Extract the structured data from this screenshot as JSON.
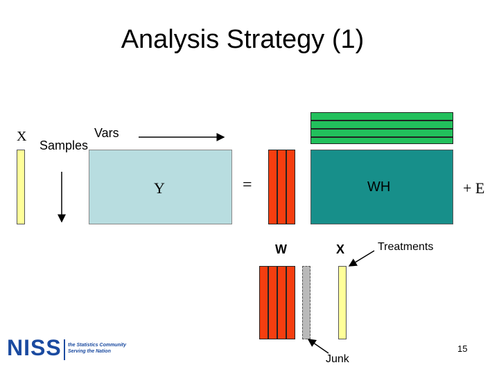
{
  "slide": {
    "title": "Analysis Strategy (1)",
    "page_number": "15"
  },
  "labels": {
    "x_left": "X",
    "samples": "Samples",
    "vars": "Vars",
    "y": "Y",
    "equals": "=",
    "wh": "WH",
    "plus_e": "+ E",
    "w": "W",
    "x_right": "X",
    "treatments": "Treatments",
    "junk": "Junk"
  },
  "logo": {
    "name": "NISS",
    "tagline_1": "the Statistics Community",
    "tagline_2": "Serving the Nation"
  },
  "colors": {
    "y_matrix": "#b8dde0",
    "wh_matrix": "#178f8a",
    "h_rows": "#22c05c",
    "w_columns": "#f53e10",
    "x_vectors": "#ffff99",
    "junk_column": "#b9b9b9",
    "logo": "#1a4aa0"
  }
}
